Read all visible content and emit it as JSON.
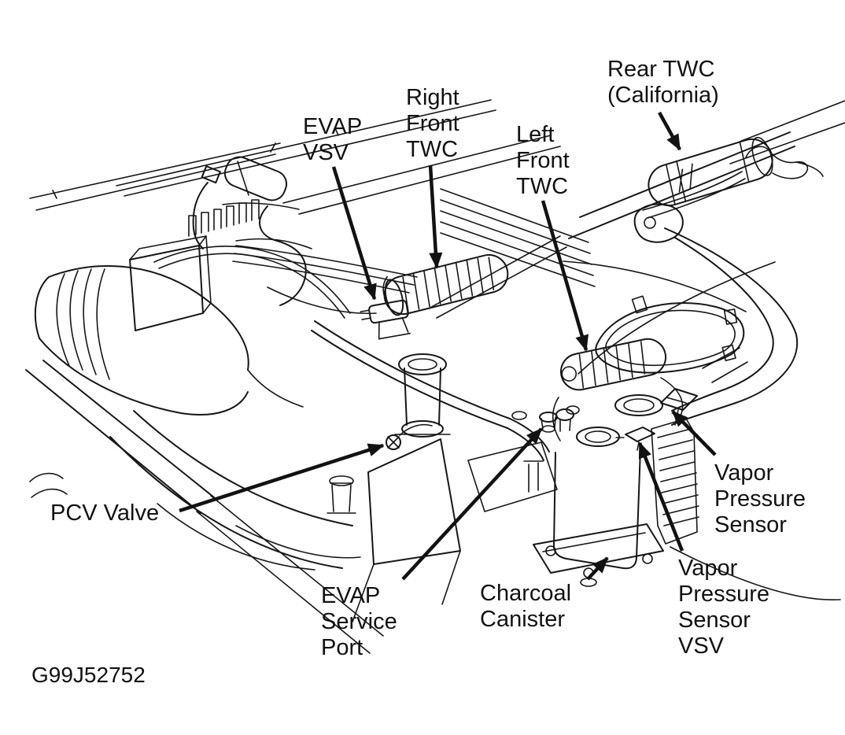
{
  "figure": {
    "code": "G99J52752"
  },
  "labels": {
    "evap_vsv": {
      "lines": [
        "EVAP",
        "VSV"
      ]
    },
    "right_front_twc": {
      "lines": [
        "Right",
        "Front",
        "TWC"
      ]
    },
    "left_front_twc": {
      "lines": [
        "Left",
        "Front",
        "TWC"
      ]
    },
    "rear_twc": {
      "lines": [
        "Rear TWC",
        "(California)"
      ]
    },
    "pcv_valve": {
      "lines": [
        "PCV Valve"
      ]
    },
    "evap_service_port": {
      "lines": [
        "EVAP",
        "Service",
        "Port"
      ]
    },
    "charcoal_canister": {
      "lines": [
        "Charcoal",
        "Canister"
      ]
    },
    "vapor_pressure_sensor": {
      "lines": [
        "Vapor",
        "Pressure",
        "Sensor"
      ]
    },
    "vapor_pressure_sensor_vsv": {
      "lines": [
        "Vapor",
        "Pressure",
        "Sensor",
        "VSV"
      ]
    }
  },
  "colors": {
    "ink": "#161616",
    "background": "#ffffff"
  }
}
